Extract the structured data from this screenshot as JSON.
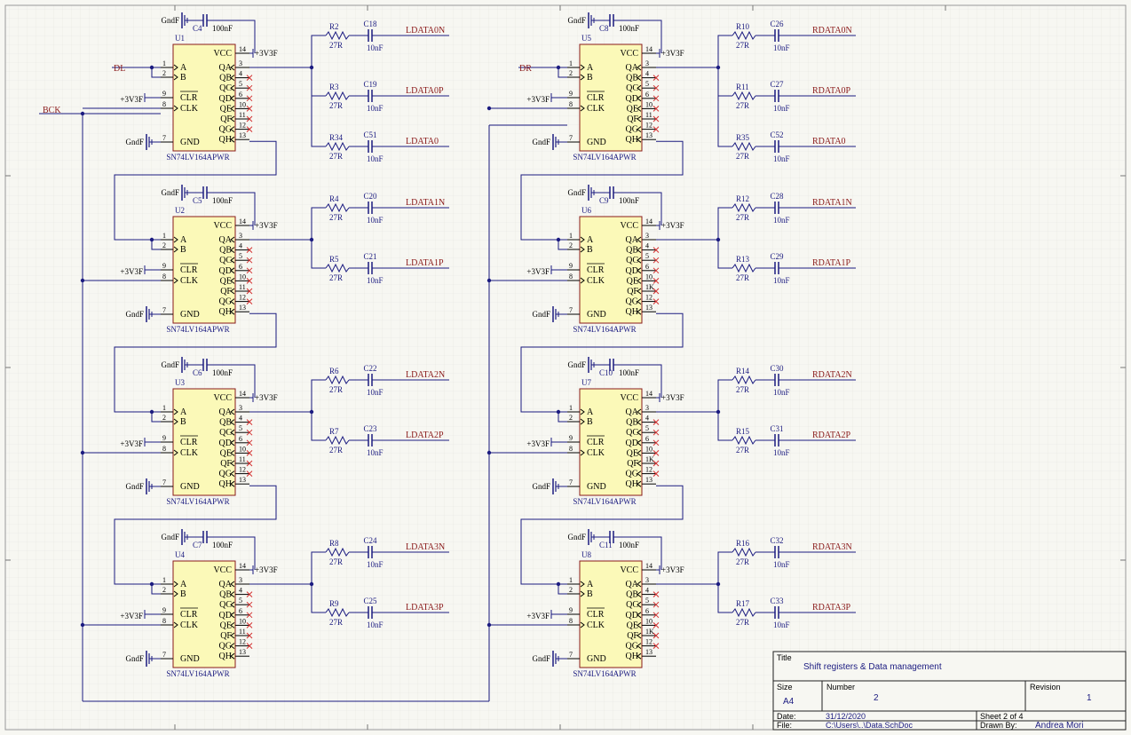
{
  "colors": {
    "wire": "#1b1b80",
    "body_fill": "#fbf9b8",
    "body_stroke": "#8a1a1a",
    "pin_text": "#000000",
    "designator": "#1b1b80",
    "net_label": "#8a1a1a",
    "nc_mark": "#d33030",
    "grid": "#e5e5df",
    "title_text": "#1b1b80"
  },
  "net_labels": {
    "bck": "BCK",
    "dl": "DL",
    "dr": "DR",
    "power": "+3V3F",
    "ground": "GndF"
  },
  "ic": {
    "part": "SN74LV164APWR",
    "left_pins": [
      {
        "num": "1",
        "name": "A"
      },
      {
        "num": "2",
        "name": "B"
      },
      {
        "num": "9",
        "name": "CLR"
      },
      {
        "num": "8",
        "name": "CLK"
      },
      {
        "num": "7",
        "name": "GND"
      }
    ],
    "right_pins": [
      {
        "num": "14",
        "name": "VCC"
      },
      {
        "num": "3",
        "name": "QA"
      },
      {
        "num": "4",
        "name": "QB"
      },
      {
        "num": "5",
        "name": "QC"
      },
      {
        "num": "6",
        "name": "QD"
      },
      {
        "num": "10",
        "name": "QE"
      },
      {
        "num": "11",
        "name": "QF"
      },
      {
        "num": "12",
        "name": "QG"
      },
      {
        "num": "13",
        "name": "QH"
      }
    ],
    "right_pins_alt": [
      {
        "num": "14",
        "name": "VCC"
      },
      {
        "num": "3",
        "name": "QA"
      },
      {
        "num": "4",
        "name": "QB"
      },
      {
        "num": "5",
        "name": "QC"
      },
      {
        "num": "6",
        "name": "QD"
      },
      {
        "num": "10",
        "name": "QE"
      },
      {
        "num": "1K",
        "name": "QF"
      },
      {
        "num": "12",
        "name": "QG"
      },
      {
        "num": "13",
        "name": "QH"
      }
    ]
  },
  "cap_value": "100nF",
  "res_value": "27R",
  "coupling_value": "10nF",
  "blocks": [
    {
      "u": "U1",
      "cap": "C4",
      "outputs": [
        {
          "r": "R2",
          "c": "C18",
          "net": "LDATA0N"
        },
        {
          "r": "R3",
          "c": "C19",
          "net": "LDATA0P"
        },
        {
          "r": "R34",
          "c": "C51",
          "net": "LDATA0"
        }
      ]
    },
    {
      "u": "U2",
      "cap": "C5",
      "outputs": [
        {
          "r": "R4",
          "c": "C20",
          "net": "LDATA1N"
        },
        {
          "r": "R5",
          "c": "C21",
          "net": "LDATA1P"
        }
      ]
    },
    {
      "u": "U3",
      "cap": "C6",
      "outputs": [
        {
          "r": "R6",
          "c": "C22",
          "net": "LDATA2N"
        },
        {
          "r": "R7",
          "c": "C23",
          "net": "LDATA2P"
        }
      ]
    },
    {
      "u": "U4",
      "cap": "C7",
      "outputs": [
        {
          "r": "R8",
          "c": "C24",
          "net": "LDATA3N"
        },
        {
          "r": "R9",
          "c": "C25",
          "net": "LDATA3P"
        }
      ]
    },
    {
      "u": "U5",
      "cap": "C8",
      "outputs": [
        {
          "r": "R10",
          "c": "C26",
          "net": "RDATA0N"
        },
        {
          "r": "R11",
          "c": "C27",
          "net": "RDATA0P"
        },
        {
          "r": "R35",
          "c": "C52",
          "net": "RDATA0"
        }
      ]
    },
    {
      "u": "U6",
      "cap": "C9",
      "outputs": [
        {
          "r": "R12",
          "c": "C28",
          "net": "RDATA1N"
        },
        {
          "r": "R13",
          "c": "C29",
          "net": "RDATA1P"
        }
      ]
    },
    {
      "u": "U7",
      "cap": "C10",
      "outputs": [
        {
          "r": "R14",
          "c": "C30",
          "net": "RDATA2N"
        },
        {
          "r": "R15",
          "c": "C31",
          "net": "RDATA2P"
        }
      ]
    },
    {
      "u": "U8",
      "cap": "C11",
      "outputs": [
        {
          "r": "R16",
          "c": "C32",
          "net": "RDATA3N"
        },
        {
          "r": "R17",
          "c": "C33",
          "net": "RDATA3P"
        }
      ]
    }
  ],
  "title_block": {
    "title_label": "Title",
    "title": "Shift registers & Data management",
    "size_label": "Size",
    "size": "A4",
    "number_label": "Number",
    "number": "2",
    "revision_label": "Revision",
    "revision": "1",
    "date_label": "Date:",
    "date": "31/12/2020",
    "sheet": "Sheet 2 of 4",
    "file_label": "File:",
    "file": "C:\\Users\\..\\Data.SchDoc",
    "drawn_label": "Drawn By:",
    "drawn": "Andrea Mori"
  }
}
